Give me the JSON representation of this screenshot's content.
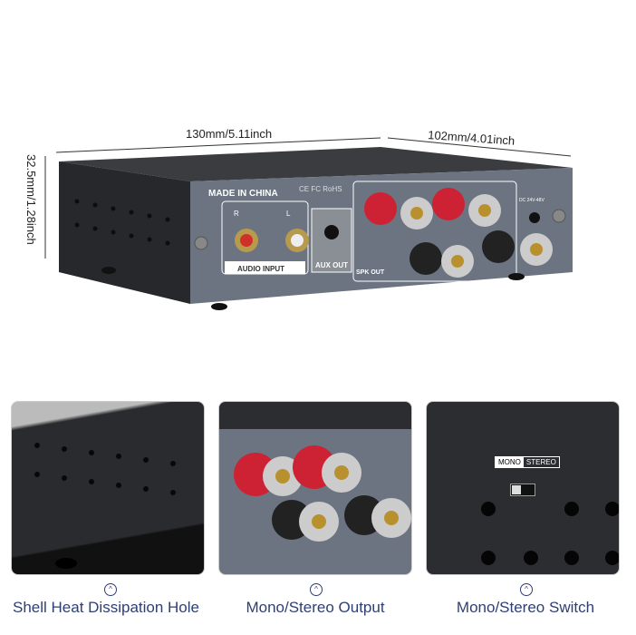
{
  "dimensions": {
    "length": "130mm/5.11inch",
    "width": "102mm/4.01inch",
    "height": "32.5mm/1.28inch"
  },
  "device": {
    "made_in": "MADE IN CHINA",
    "certifications": "CE FC RoHS",
    "rca_right": "R",
    "rca_left": "L",
    "audio_input": "AUDIO INPUT",
    "aux_out": "AUX OUT",
    "spk_out": "SPK OUT",
    "dc": "DC 24V-48V"
  },
  "details": [
    {
      "caption": "Shell Heat Dissipation Hole",
      "icon": "chevron-up-circle-icon"
    },
    {
      "caption": "Mono/Stereo Output",
      "icon": "chevron-up-circle-icon"
    },
    {
      "caption": "Mono/Stereo Switch",
      "icon": "chevron-up-circle-icon"
    }
  ],
  "switch": {
    "mono": "MONO",
    "stereo": "STEREO"
  },
  "colors": {
    "caption": "#2e3f74",
    "panel": "#6b7480",
    "body": "#2b2d31",
    "red": "#d0302a"
  }
}
